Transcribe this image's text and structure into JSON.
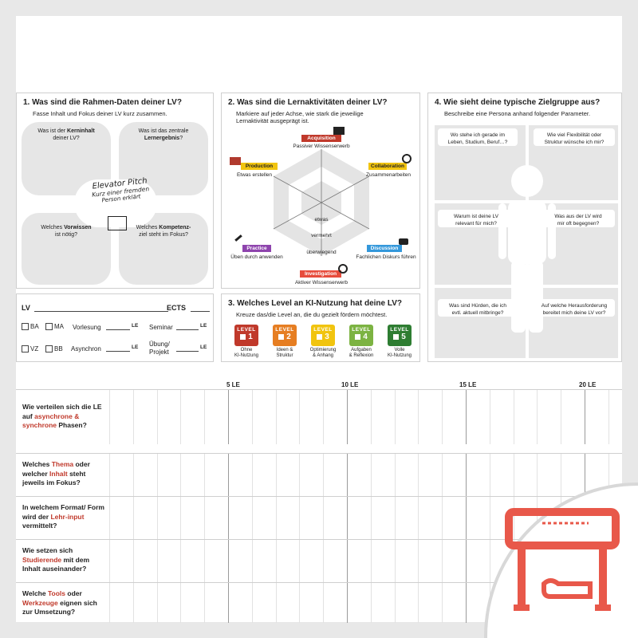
{
  "panel1": {
    "title": "1. Was sind die Rahmen-Daten deiner LV?",
    "sub": "Fasse Inhalt und Fokus deiner LV kurz zusammen.",
    "q1a": "Was ist der ",
    "q1b": "Kerninhalt",
    "q1c": "deiner LV?",
    "q2a": "Was ist das zentrale",
    "q2b": "Lernergebnis",
    "q2c": "?",
    "q3a": "Welches ",
    "q3b": "Vorwissen",
    "q3c": "ist nötig?",
    "q4a": "Welches ",
    "q4b": "Kompetenz-",
    "q4c": "ziel steht im Fokus?",
    "pitch1": "Elevator Pitch",
    "pitch2": "Kurz einer fremden",
    "pitch3": "Person erklärt"
  },
  "panel2": {
    "title": "2. Was sind die Lernaktivitäten deiner LV?",
    "sub1": "Markiere auf jeder Achse, wie stark die jeweilige",
    "sub2": "Lernaktivität ausgeprägt ist.",
    "acq": "Acquisition",
    "acq_sub": "Passiver Wissenserwerb",
    "prod": "Production",
    "prod_sub": "Etwas erstellen",
    "coll": "Collaboration",
    "coll_sub": "Zusammenarbeiten",
    "prac": "Practice",
    "prac_sub": "Üben durch anwenden",
    "disc": "Discussion",
    "disc_sub": "Fachlichen Diskurs führen",
    "inv": "Investigation",
    "inv_sub": "Aktiver Wissenserwerb",
    "r1": "etwas",
    "r2": "vermehrt",
    "r3": "überwiegend",
    "colors": {
      "acq": "#c0392b",
      "prod": "#f1c40f",
      "coll": "#f1c40f",
      "prac": "#8e44ad",
      "disc": "#3498db",
      "inv": "#e74c3c"
    }
  },
  "panel3": {
    "title": "3. Welches Level an KI-Nutzung hat deine LV?",
    "sub": "Kreuze das/die Level an, die du gezielt fördern möchtest.",
    "level_word": "LEVEL",
    "levels": [
      {
        "n": "1",
        "cap1": "Ohne",
        "cap2": "KI-Nutzung",
        "color": "#c0392b"
      },
      {
        "n": "2",
        "cap1": "Ideen &",
        "cap2": "Struktur",
        "color": "#e67e22"
      },
      {
        "n": "3",
        "cap1": "Optimierung",
        "cap2": "& Anhang",
        "color": "#f1c40f"
      },
      {
        "n": "4",
        "cap1": "Aufgaben",
        "cap2": "& Reflexion",
        "color": "#7cb342"
      },
      {
        "n": "5",
        "cap1": "Volle",
        "cap2": "KI-Nutzung",
        "color": "#2e7d32"
      }
    ]
  },
  "panel4": {
    "title": "4. Wie sieht deine typische Zielgruppe aus?",
    "sub": "Beschreibe eine Persona anhand folgender Parameter.",
    "a1": "Wo stehe ich gerade im",
    "a2": "Leben, Studium, Beruf…?",
    "b1": "Wie viel Flexibilität oder",
    "b2": "Struktur wünsche ich mir?",
    "c1": "Warum ist deine LV",
    "c2": "relevant für mich?",
    "d1": "Was aus der LV wird",
    "d2": "mir oft begegnen?",
    "e1": "Was sind Hürden, die ich",
    "e2": "evtl. aktuell mitbringe?",
    "f1": "Auf welche Herausforderung",
    "f2": "bereitet mich deine LV vor?"
  },
  "lv": {
    "lv": "LV",
    "ects": "ECTS",
    "ba": "BA",
    "ma": "MA",
    "vz": "VZ",
    "bb": "BB",
    "vorlesung": "Vorlesung",
    "seminar": "Seminar",
    "asynchron": "Asynchron",
    "uebung1": "Übung/",
    "uebung2": "Projekt",
    "le": "LE"
  },
  "axis": [
    "5 LE",
    "10 LE",
    "15 LE",
    "20 LE"
  ],
  "rows": [
    {
      "p1": "Wie verteilen sich die LE auf ",
      "p2": "asynchrone & synchrone",
      "p3": " Phasen?"
    },
    {
      "p1": "Welches ",
      "p2": "Thema",
      "p3": " oder welcher ",
      "p4": "Inhalt",
      "p5": " steht jeweils im Fokus?"
    },
    {
      "p1": "In welchem Format/ Form wird der ",
      "p2": "Lehr-input",
      "p3": " vermittelt?"
    },
    {
      "p1": "Wie setzen sich ",
      "p2": "Studierende",
      "p3": " mit dem Inhalt auseinander?"
    },
    {
      "p1": "Welche ",
      "p2": "Tools",
      "p3": " oder ",
      "p4": "Werkzeuge",
      "p5": " eignen sich zur Umsetzung?"
    }
  ],
  "accent": "#e8584a"
}
